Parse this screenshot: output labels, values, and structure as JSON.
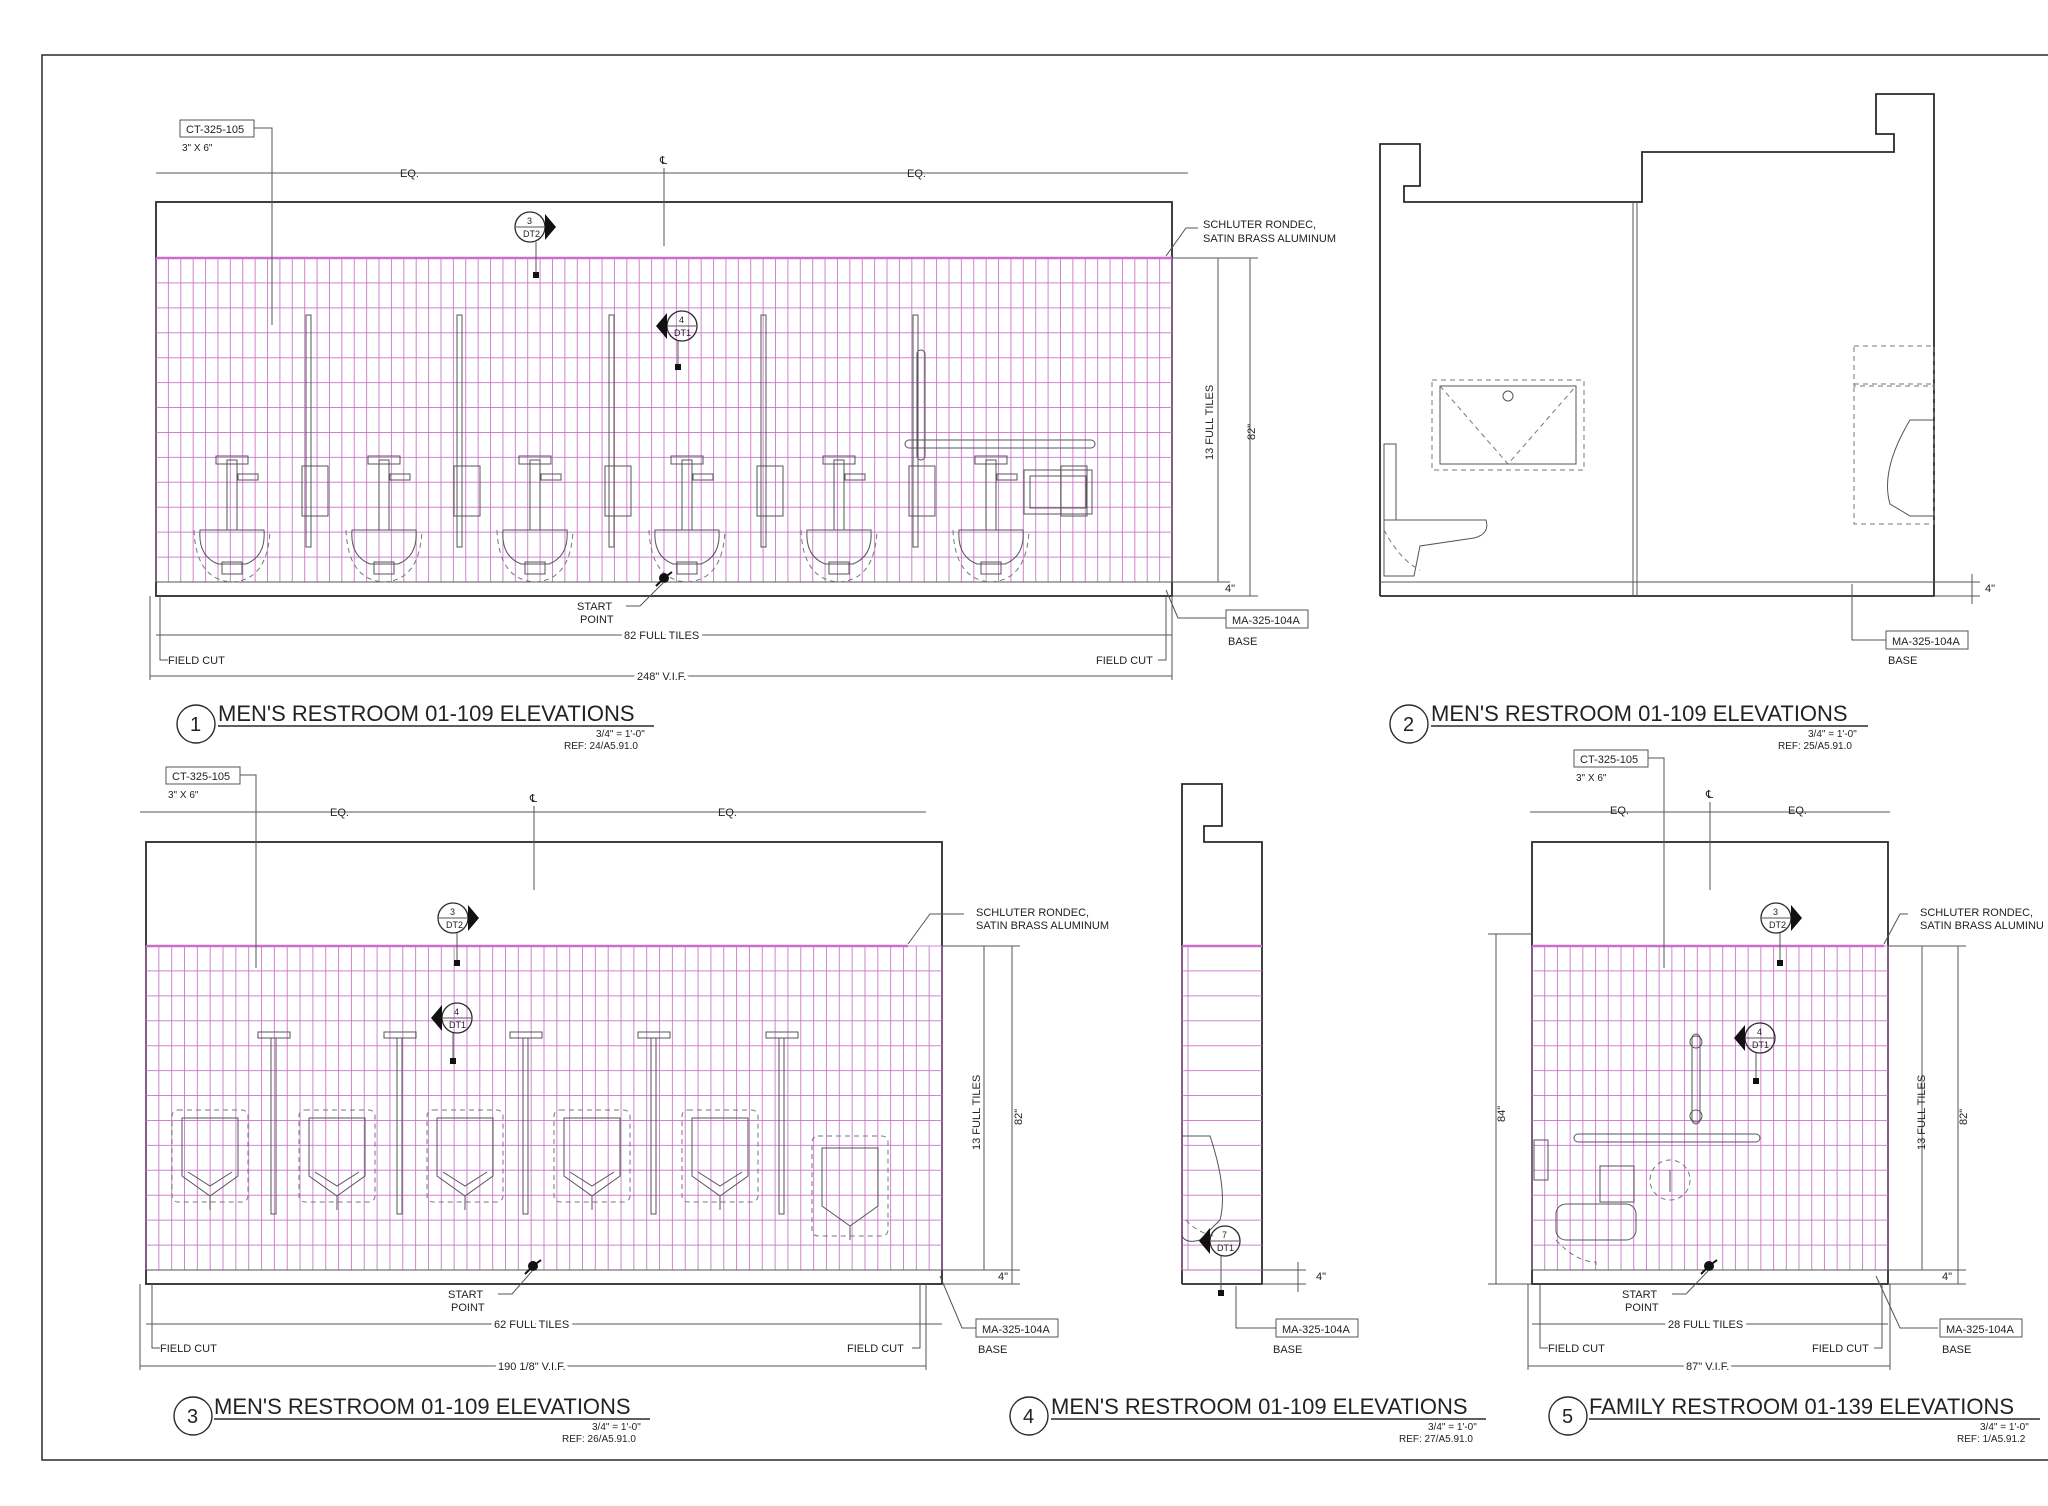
{
  "sheet": {
    "colors": {
      "line": "#2a2a2a",
      "tile_grid": "#c86fc8",
      "background": "#ffffff"
    }
  },
  "elev1": {
    "number": "1",
    "title": "MEN'S RESTROOM 01-109 ELEVATIONS",
    "scale": "3/4\" = 1'-0\"",
    "ref": "REF: 24/A5.91.0",
    "tag_code": "CT-325-105",
    "tag_size": "3\" X 6\"",
    "eq_left": "EQ.",
    "eq_right": "EQ.",
    "centerline": "℄",
    "trim": "SCHLUTER RONDEC,",
    "trim2": "SATIN BRASS ALUMINUM",
    "base_code": "MA-325-104A",
    "base_label": "BASE",
    "start": "START",
    "start2": "POINT",
    "full_tiles": "82 FULL TILES",
    "field_cut_l": "FIELD CUT",
    "field_cut_r": "FIELD CUT",
    "overall": "248\" V.I.F.",
    "rows": "13 FULL TILES",
    "height": "82\"",
    "base_h": "4\"",
    "sec_a_top": "3",
    "sec_a_bot": "DT2",
    "sec_b_top": "4",
    "sec_b_bot": "DT1"
  },
  "elev2": {
    "number": "2",
    "title": "MEN'S RESTROOM 01-109 ELEVATIONS",
    "scale": "3/4\" = 1'-0\"",
    "ref": "REF: 25/A5.91.0",
    "base_code": "MA-325-104A",
    "base_label": "BASE",
    "base_h": "4\""
  },
  "elev3": {
    "number": "3",
    "title": "MEN'S RESTROOM 01-109 ELEVATIONS",
    "scale": "3/4\" = 1'-0\"",
    "ref": "REF: 26/A5.91.0",
    "tag_code": "CT-325-105",
    "tag_size": "3\" X 6\"",
    "eq_left": "EQ.",
    "eq_right": "EQ.",
    "centerline": "℄",
    "trim": "SCHLUTER RONDEC,",
    "trim2": "SATIN BRASS ALUMINUM",
    "base_code": "MA-325-104A",
    "base_label": "BASE",
    "start": "START",
    "start2": "POINT",
    "full_tiles": "62 FULL TILES",
    "field_cut_l": "FIELD CUT",
    "field_cut_r": "FIELD CUT",
    "overall": "190 1/8\" V.I.F.",
    "rows": "13 FULL TILES",
    "height": "82\"",
    "base_h": "4\"",
    "sec_a_top": "3",
    "sec_a_bot": "DT2",
    "sec_b_top": "4",
    "sec_b_bot": "DT1"
  },
  "elev4": {
    "number": "4",
    "title": "MEN'S RESTROOM 01-109 ELEVATIONS",
    "scale": "3/4\" = 1'-0\"",
    "ref": "REF: 27/A5.91.0",
    "base_code": "MA-325-104A",
    "base_label": "BASE",
    "base_h": "4\"",
    "sec_top": "7",
    "sec_bot": "DT1"
  },
  "elev5": {
    "number": "5",
    "title": "FAMILY RESTROOM 01-139 ELEVATIONS",
    "scale": "3/4\" = 1'-0\"",
    "ref": "REF: 1/A5.91.2",
    "tag_code": "CT-325-105",
    "tag_size": "3\" X 6\"",
    "eq_left": "EQ.",
    "eq_right": "EQ.",
    "centerline": "℄",
    "trim": "SCHLUTER RONDEC,",
    "trim2": "SATIN BRASS ALUMINU",
    "base_code": "MA-325-104A",
    "base_label": "BASE",
    "start": "START",
    "start2": "POINT",
    "full_tiles": "28 FULL TILES",
    "field_cut_l": "FIELD CUT",
    "field_cut_r": "FIELD CUT",
    "overall": "87\" V.I.F.",
    "rows": "13 FULL TILES",
    "height": "82\"",
    "left_h": "84\"",
    "base_h": "4\"",
    "sec_a_top": "3",
    "sec_a_bot": "DT2",
    "sec_b_top": "4",
    "sec_b_bot": "DT1"
  }
}
